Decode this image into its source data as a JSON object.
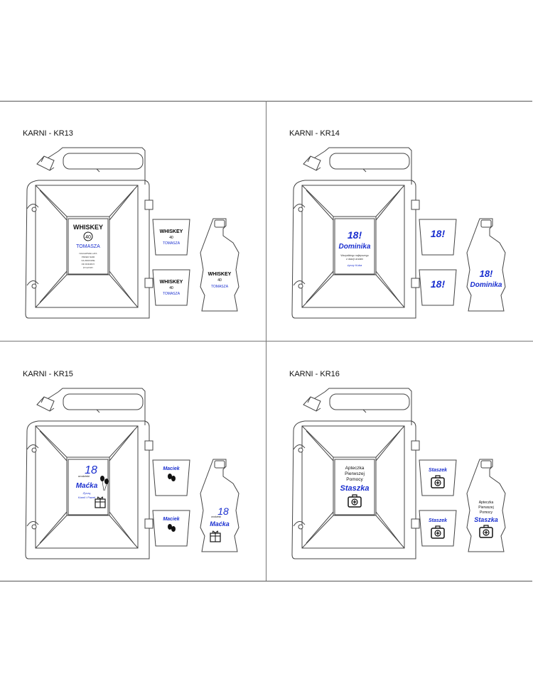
{
  "panels": [
    {
      "code": "KARNI - KR13",
      "label": {
        "l1": "WHISKEY",
        "l2": "40",
        "l3": "TOMASZA",
        "small": [
          "NAJLEPSZE LATA",
          "PRZED NAMI",
          "NA ZDROWIE",
          "OD RODZINY",
          "ŻYCZYMY"
        ]
      },
      "glass": {
        "l1": "WHISKEY",
        "l2": "40",
        "l3": "TOMASZA"
      },
      "bottle": {
        "l1": "WHISKEY",
        "l2": "40",
        "l3": "TOMASZA"
      }
    },
    {
      "code": "KARNI - KR14",
      "label": {
        "l1": "18!",
        "l2": "Dominika",
        "small1": "Wszystkiego najlepszego",
        "small2": "z okazji urodzin",
        "sign": "życzy Kuba"
      },
      "glass": {
        "l1": "18!"
      },
      "bottle": {
        "l1": "18!",
        "l2": "Dominika"
      }
    },
    {
      "code": "KARNI - KR15",
      "label": {
        "l1": "18",
        "l2": "urodzinki",
        "l3": "Maćka",
        "sign1": "Życzą",
        "sign2": "Kamil i Paweł"
      },
      "glass": {
        "l1": "Maciek"
      },
      "bottle": {
        "l1": "18",
        "l2": "urodzinki",
        "l3": "Maćka"
      }
    },
    {
      "code": "KARNI - KR16",
      "label": {
        "l1": "Apteczka",
        "l2": "Pierwszej",
        "l3": "Pomocy",
        "l4": "Staszka"
      },
      "glass": {
        "l1": "Staszek"
      },
      "bottle": {
        "l1": "Apteczka",
        "l2": "Pierwszej",
        "l3": "Pomocy",
        "l4": "Staszka"
      }
    }
  ],
  "colors": {
    "ink": "#1a2fcf",
    "line": "#444444"
  },
  "icons": [
    "balloons-icon",
    "gift-icon",
    "first-aid-kit-icon"
  ]
}
